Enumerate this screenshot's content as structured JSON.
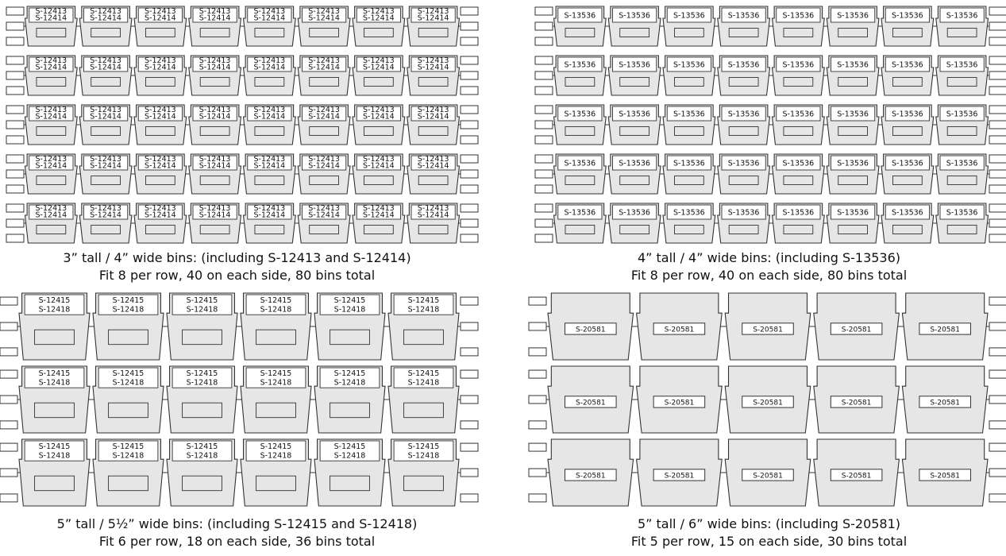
{
  "panels": [
    {
      "id": "3in-4in",
      "bin_type": "small",
      "rows": 5,
      "per_row": 8,
      "label_lines": [
        "S-12413",
        "S-12414"
      ],
      "caption": {
        "line1": "3” tall / 4” wide bins: (including S-12413 and S-12414)",
        "line2": "Fit 8 per row, 40 on each side, 80 bins total"
      }
    },
    {
      "id": "4in-4in",
      "bin_type": "small",
      "rows": 5,
      "per_row": 8,
      "label_lines": [
        "S-13536"
      ],
      "caption": {
        "line1": "4” tall / 4” wide bins: (including S-13536)",
        "line2": "Fit 8 per row, 40 on each side, 80 bins total"
      }
    },
    {
      "id": "5in-5half",
      "bin_type": "large",
      "rows": 3,
      "per_row": 6,
      "label_lines": [
        "S-12415",
        "S-12418"
      ],
      "caption": {
        "line1": "5” tall / 5½” wide bins: (including S-12415 and S-12418)",
        "line2": "Fit 6 per row, 18 on each side, 36 bins total"
      }
    },
    {
      "id": "5in-6in",
      "bin_type": "wide",
      "rows": 3,
      "per_row": 5,
      "label_lines": [
        "S-20581"
      ],
      "caption": {
        "line1": "5” tall / 6” wide bins: (including S-20581)",
        "line2": "Fit 5 per row, 15 on each side, 30 bins total"
      }
    }
  ],
  "colors": {
    "stroke": "#333333",
    "bin_fill": "#e6e6e6",
    "label_fill": "#ffffff",
    "rail_fill": "#ffffff"
  }
}
